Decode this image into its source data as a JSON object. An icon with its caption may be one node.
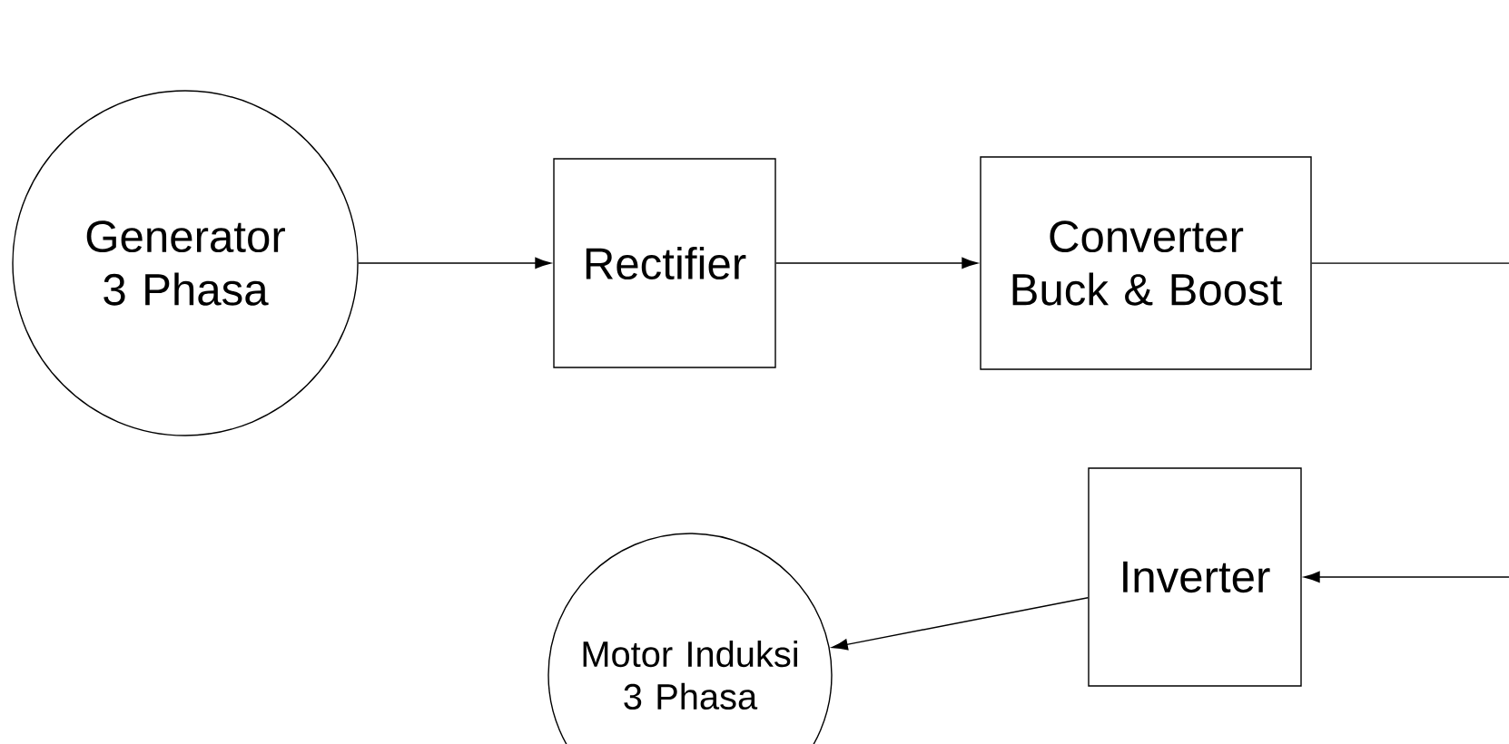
{
  "diagram": {
    "nodes": [
      {
        "text": [
          "Generator 3 Phasa"
        ]
      },
      {
        "text": [
          "Rectifier"
        ]
      },
      {
        "text": [
          "Converter Buck & Boost"
        ]
      },
      {
        "text": [
          "Inverter"
        ]
      },
      {
        "text": [
          "Motor Induksi 3 Phasa"
        ]
      }
    ],
    "edges": [
      {
        "from": 0,
        "to": 1,
        "arrow": "to"
      },
      {
        "from": 1,
        "to": 2,
        "arrow": "to"
      },
      {
        "from": 2,
        "to": null,
        "arrow": "none"
      },
      {
        "from": null,
        "to": 3,
        "arrow": "to"
      },
      {
        "from": 3,
        "to": 4,
        "arrow": "to"
      }
    ]
  }
}
